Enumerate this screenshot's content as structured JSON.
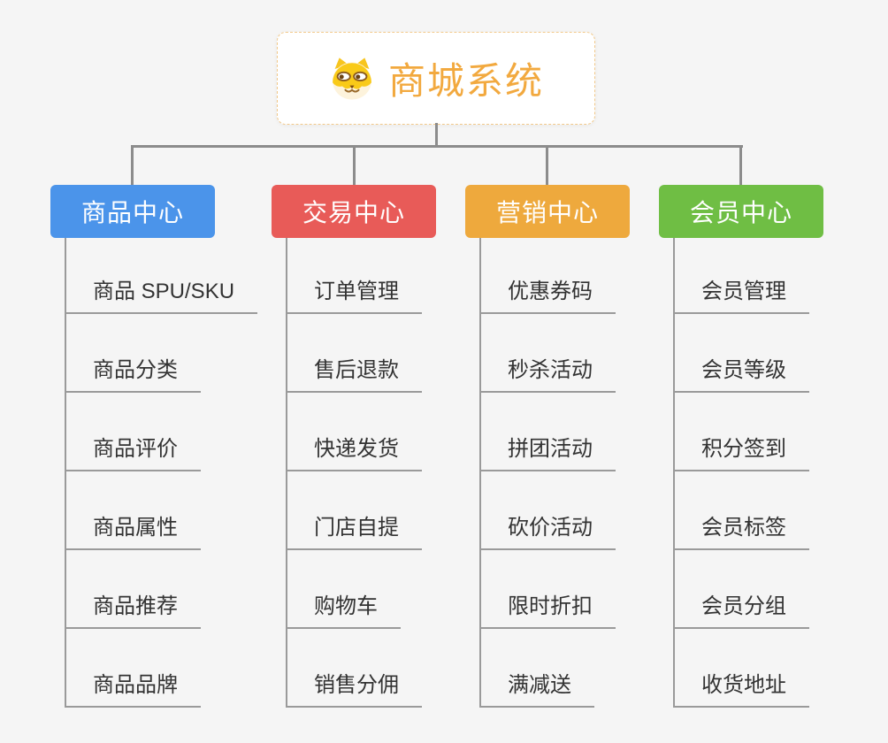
{
  "root": {
    "label": "商城系统",
    "icon": "dog-face-icon",
    "text_color": "#F2A93F",
    "border_color": "#F2C98A"
  },
  "canvas": {
    "background": "#F5F5F5",
    "connector_color": "#8C8C8C",
    "leaf_line_color": "#9A9A9A",
    "leaf_text_color": "#333333"
  },
  "branches": [
    {
      "label": "商品中心",
      "color": "#4B94EA",
      "children": [
        "商品 SPU/SKU",
        "商品分类",
        "商品评价",
        "商品属性",
        "商品推荐",
        "商品品牌"
      ]
    },
    {
      "label": "交易中心",
      "color": "#E85B58",
      "children": [
        "订单管理",
        "售后退款",
        "快递发货",
        "门店自提",
        "购物车",
        "销售分佣"
      ]
    },
    {
      "label": "营销中心",
      "color": "#EEA93D",
      "children": [
        "优惠券码",
        "秒杀活动",
        "拼团活动",
        "砍价活动",
        "限时折扣",
        "满减送"
      ]
    },
    {
      "label": "会员中心",
      "color": "#6FBE44",
      "children": [
        "会员管理",
        "会员等级",
        "积分签到",
        "会员标签",
        "会员分组",
        "收货地址"
      ]
    }
  ]
}
